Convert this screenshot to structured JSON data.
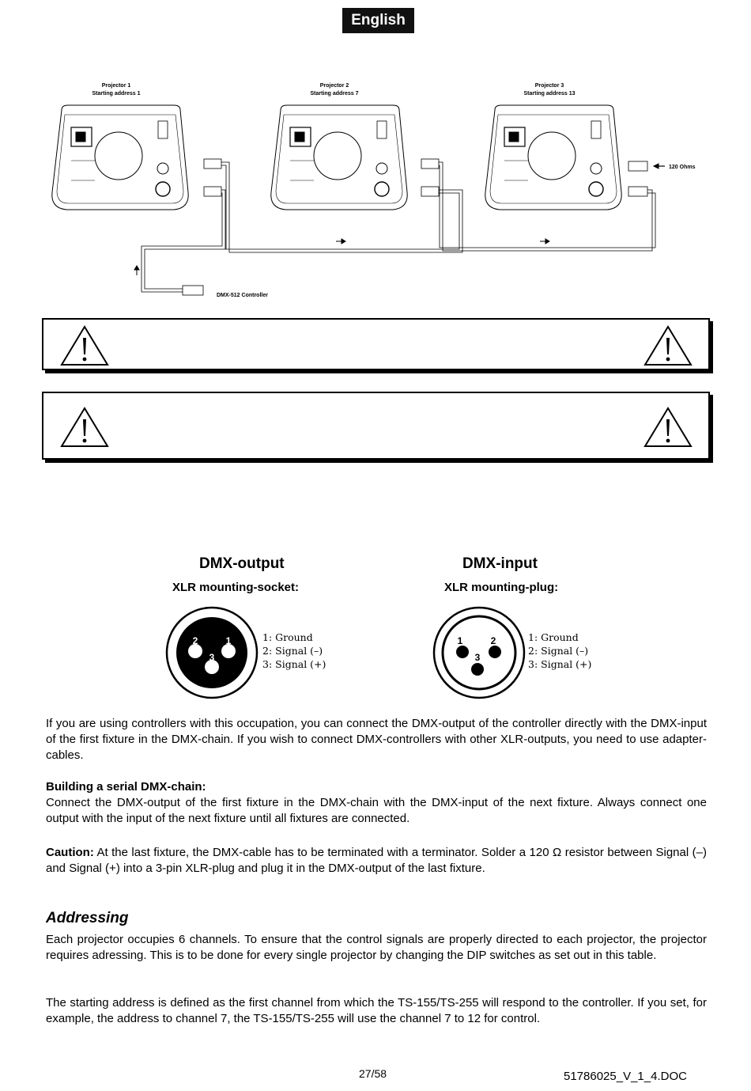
{
  "header": {
    "language": "English"
  },
  "diagram": {
    "projectors": [
      {
        "name": "Projector 1",
        "address": "Starting address 1"
      },
      {
        "name": "Projector 2",
        "address": "Starting address 7"
      },
      {
        "name": "Projector 3",
        "address": "Starting address 13"
      }
    ],
    "terminator_label": "120 Ohms",
    "controller_label": "DMX-512 Controller"
  },
  "connectors": {
    "output": {
      "title": "DMX-output",
      "subtitle": "XLR mounting-socket:",
      "pin_labels": [
        "2",
        "1",
        "3"
      ]
    },
    "input": {
      "title": "DMX-input",
      "subtitle": "XLR mounting-plug:",
      "pin_labels": [
        "1",
        "2",
        "3"
      ]
    },
    "pins": [
      "1: Ground",
      "2: Signal (–)",
      "3: Signal (+)"
    ]
  },
  "body": {
    "intro": "If you are using controllers with this occupation, you can connect the DMX-output of the controller directly with the DMX-input of the first fixture in the DMX-chain. If you wish to connect DMX-controllers with other XLR-outputs, you need to use adapter-cables.",
    "chain_heading": "Building a serial DMX-chain:",
    "chain_text": "Connect the DMX-output of the first fixture in the DMX-chain with the DMX-input of the next fixture. Always connect one output with the input of the next fixture until all fixtures are connected.",
    "caution_label": "Caution:",
    "caution_text": " At the last fixture, the DMX-cable has to be terminated with a terminator. Solder a 120 Ω resistor between Signal (–) and Signal (+) into a 3-pin XLR-plug and plug it in the DMX-output of the last fixture.",
    "addressing_heading": "Addressing",
    "addressing_p1": "Each projector occupies 6 channels. To ensure that the control signals are properly directed to each projector, the projector requires adressing. This is to be done for every single projector by changing the DIP switches as set out in this table.",
    "addressing_p2": "The starting address is defined as the first channel from which the TS-155/TS-255 will respond to the controller. If you set, for example, the address to channel 7, the TS-155/TS-255 will use the channel 7 to 12 for control."
  },
  "footer": {
    "page": "27/58",
    "doc_id": "51786025_V_1_4.DOC"
  }
}
